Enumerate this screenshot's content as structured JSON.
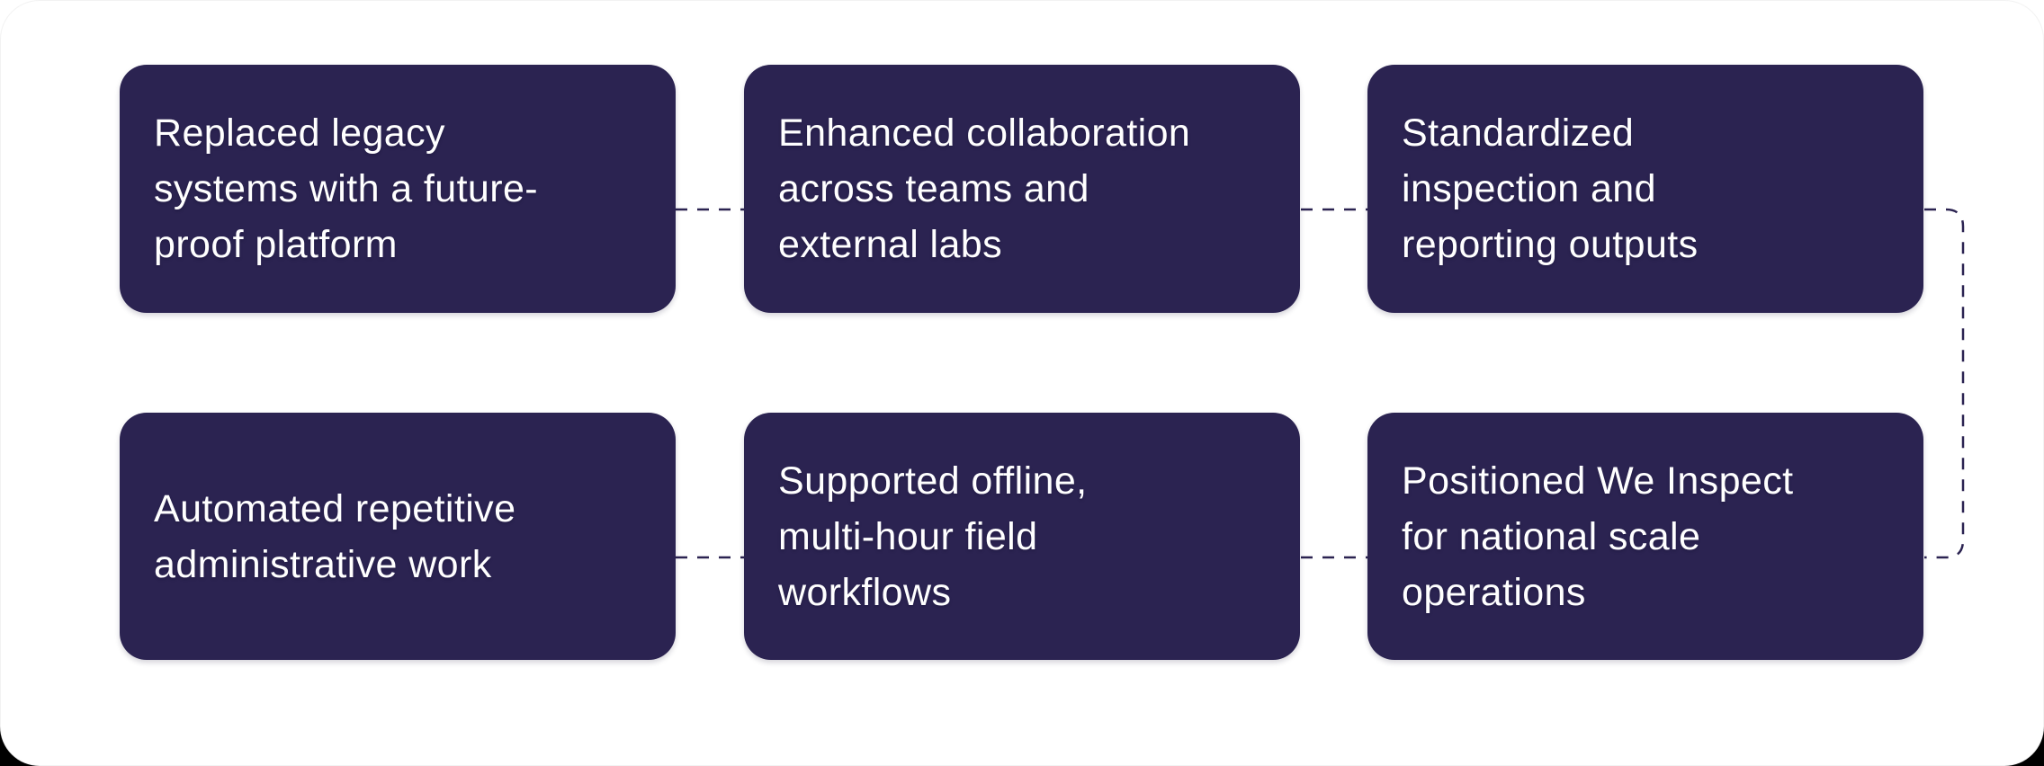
{
  "theme": {
    "card_background": "#2b2351",
    "card_text_color": "#ffffff",
    "connector_color": "#2b2351",
    "canvas_background": "#ffffff",
    "outer_corner_color": "#000000"
  },
  "cards": [
    {
      "name": "replaced-legacy-systems",
      "lines": [
        "Replaced legacy",
        "systems with a future-",
        "proof platform"
      ]
    },
    {
      "name": "enhanced-collaboration",
      "lines": [
        "Enhanced collaboration",
        "across teams and",
        "external labs"
      ]
    },
    {
      "name": "standardized-outputs",
      "lines": [
        "Standardized",
        "inspection and",
        "reporting outputs"
      ]
    },
    {
      "name": "automated-admin-work",
      "lines": [
        "Automated repetitive",
        "administrative work"
      ]
    },
    {
      "name": "offline-field-workflows",
      "lines": [
        "Supported offline,",
        "multi-hour field",
        "workflows"
      ]
    },
    {
      "name": "national-scale-operations",
      "lines": [
        "Positioned We Inspect",
        "for national scale",
        "operations"
      ]
    }
  ]
}
